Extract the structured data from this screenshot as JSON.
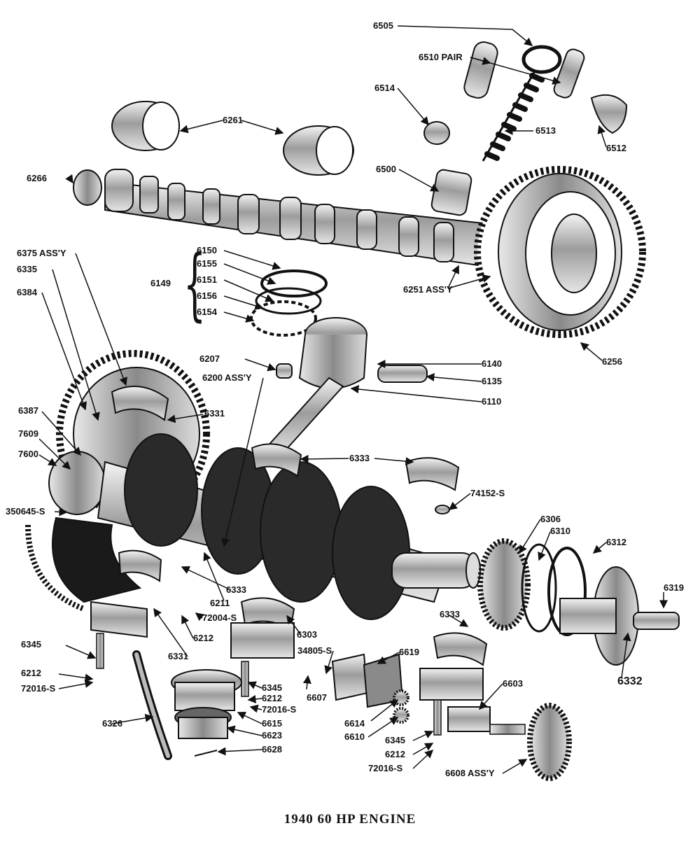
{
  "caption": "1940 60 HP ENGINE",
  "labels": {
    "p6505": "6505",
    "p6510": "6510 PAIR",
    "p6514": "6514",
    "p6513": "6513",
    "p6512": "6512",
    "p6261": "6261",
    "p6266": "6266",
    "p6500": "6500",
    "p6375": "6375 ASS'Y",
    "p6335": "6335",
    "p6384": "6384",
    "p6150": "6150",
    "p6155": "6155",
    "p6149": "6149",
    "p6151": "6151",
    "p6156": "6156",
    "p6154": "6154",
    "p6251": "6251 ASS'Y",
    "p6256": "6256",
    "p6207": "6207",
    "p6200": "6200 ASS'Y",
    "p6140": "6140",
    "p6135": "6135",
    "p6110": "6110",
    "p6387": "6387",
    "p6331a": "6331",
    "p7609": "7609",
    "p7600": "7600",
    "p6333a": "6333",
    "p74152": "74152-S",
    "p350645": "350645-S",
    "p6306": "6306",
    "p6310": "6310",
    "p6312": "6312",
    "p6319": "6319",
    "p6333b": "6333",
    "p6211": "6211",
    "p72004": "72004-S",
    "p6212a": "6212",
    "p6303": "6303",
    "p6333c": "6333",
    "p6345a": "6345",
    "p6331b": "6331",
    "p34805": "34805-S",
    "p6619": "6619",
    "p6332": "6332",
    "p6212b": "6212",
    "p72016a": "72016-S",
    "p6345b": "6345",
    "p6212c": "6212",
    "p72016b": "72016-S",
    "p6607": "6607",
    "p6603": "6603",
    "p6326": "6326",
    "p6615": "6615",
    "p6614": "6614",
    "p6623": "6623",
    "p6610": "6610",
    "p6345c": "6345",
    "p6628": "6628",
    "p6212d": "6212",
    "p72016c": "72016-S",
    "p6608": "6608 ASS'Y"
  }
}
